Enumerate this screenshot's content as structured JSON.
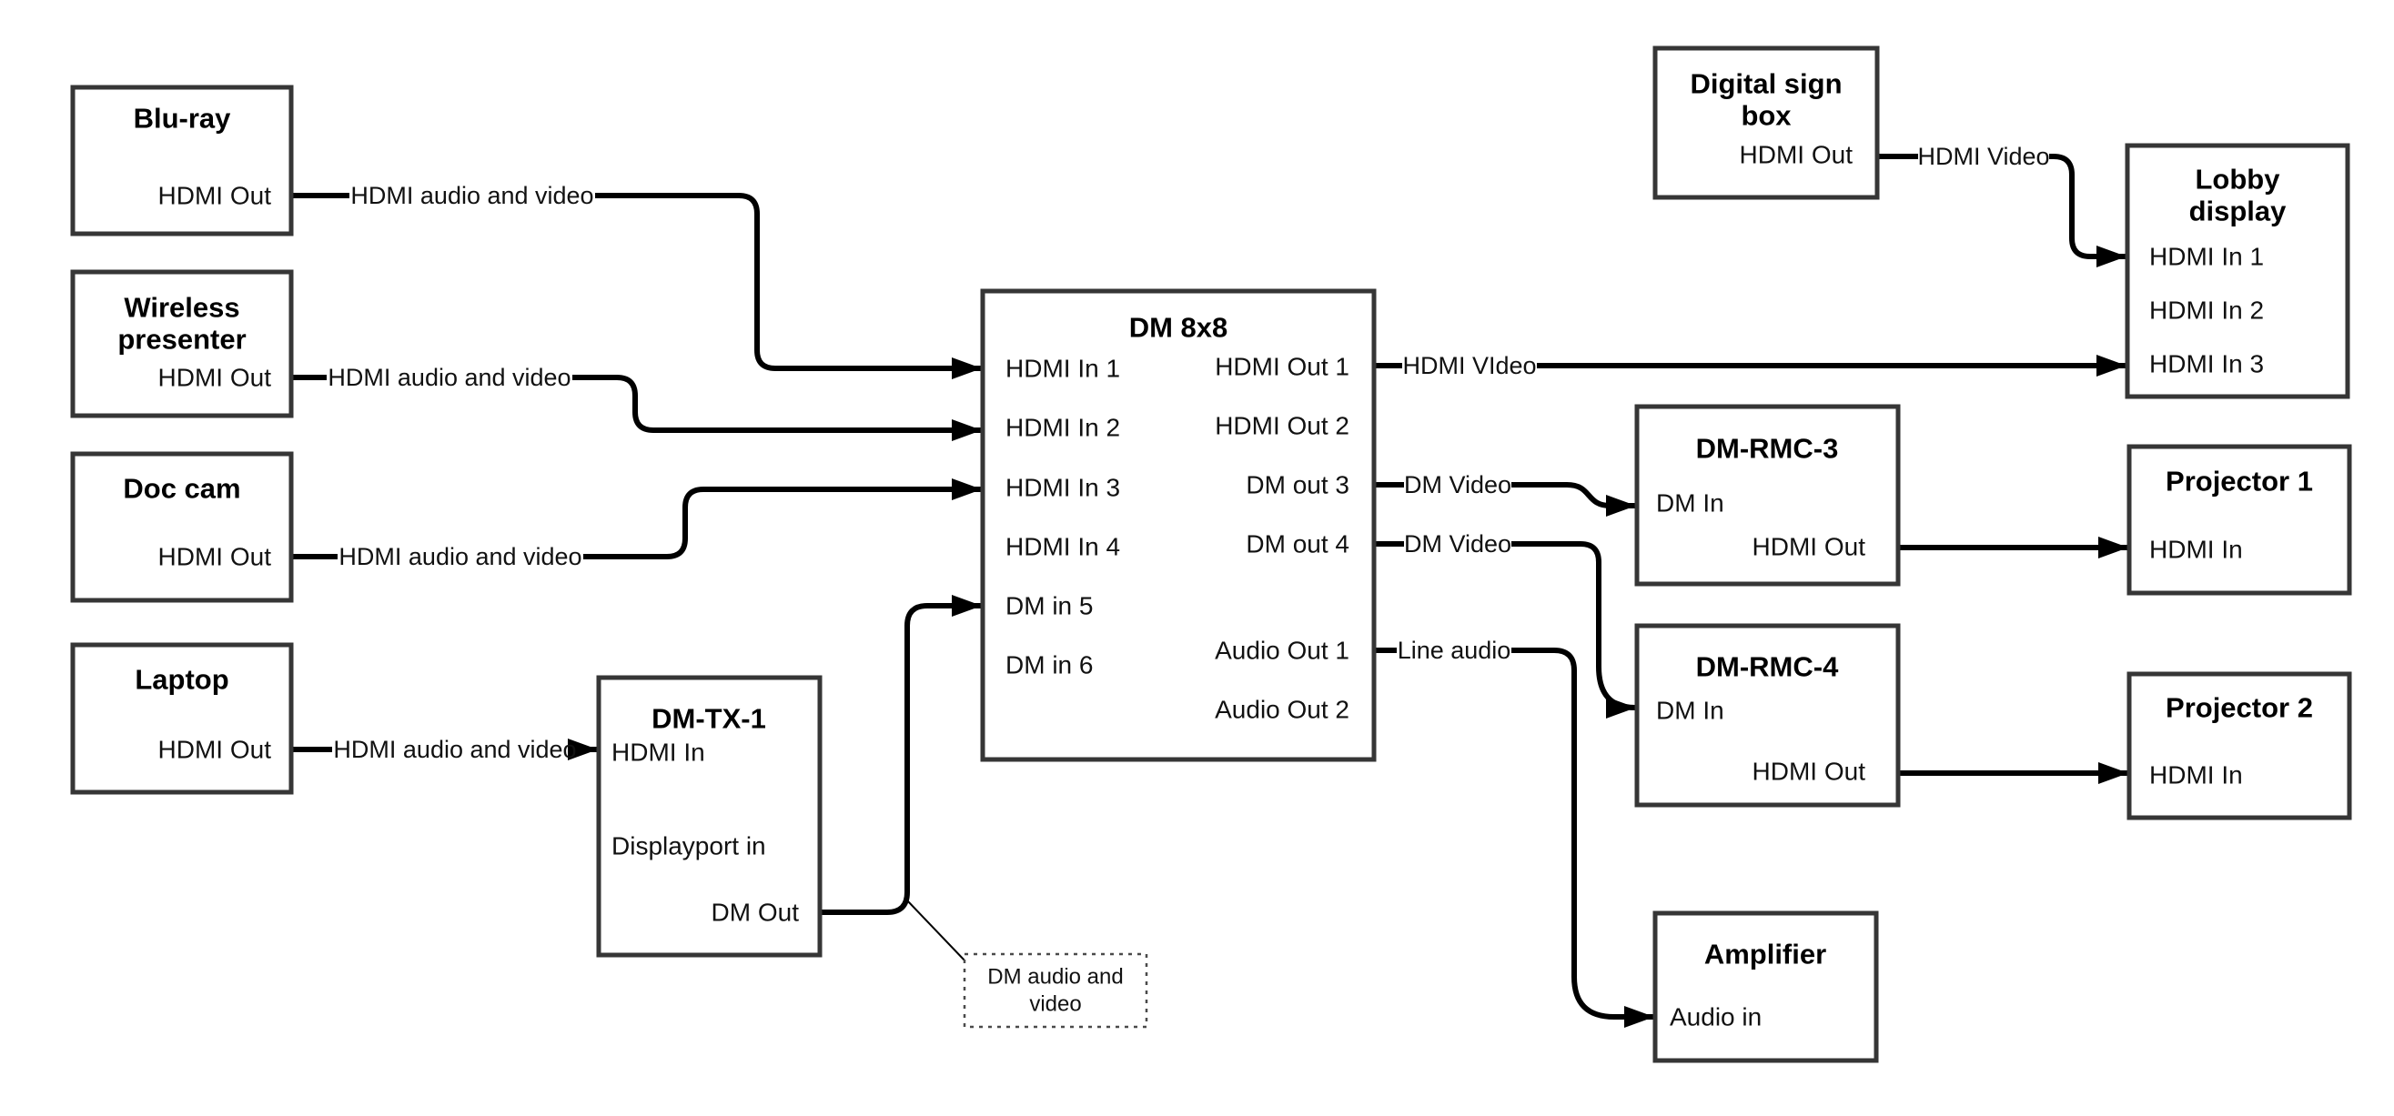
{
  "page": {
    "background": "#ffffff"
  },
  "diagram": {
    "colors": {
      "box_border": "#363636",
      "cable": "#000000",
      "text": "#000000"
    },
    "nodes": {
      "blu_ray": {
        "title": "Blu-ray",
        "port_hdmi_out": "HDMI Out"
      },
      "wireless_presenter": {
        "title_line1": "Wireless",
        "title_line2": "presenter",
        "port_hdmi_out": "HDMI Out"
      },
      "doc_cam": {
        "title": "Doc cam",
        "port_hdmi_out": "HDMI Out"
      },
      "laptop": {
        "title": "Laptop",
        "port_hdmi_out": "HDMI Out"
      },
      "dm_tx_1": {
        "title": "DM-TX-1",
        "port_hdmi_in": "HDMI In",
        "port_displayport_in": "Displayport in",
        "port_dm_out": "DM Out"
      },
      "dm_8x8": {
        "title": "DM 8x8",
        "port_hdmi_in_1": "HDMI In 1",
        "port_hdmi_in_2": "HDMI In 2",
        "port_hdmi_in_3": "HDMI In 3",
        "port_hdmi_in_4": "HDMI In 4",
        "port_dm_in_5": "DM in 5",
        "port_dm_in_6": "DM in 6",
        "port_hdmi_out_1": "HDMI Out 1",
        "port_hdmi_out_2": "HDMI Out 2",
        "port_dm_out_3": "DM out 3",
        "port_dm_out_4": "DM out 4",
        "port_audio_out_1": "Audio Out 1",
        "port_audio_out_2": "Audio Out 2"
      },
      "digital_sign_box": {
        "title_line1": "Digital sign",
        "title_line2": "box",
        "port_hdmi_out": "HDMI Out"
      },
      "lobby_display": {
        "title_line1": "Lobby",
        "title_line2": "display",
        "port_hdmi_in_1": "HDMI In 1",
        "port_hdmi_in_2": "HDMI In 2",
        "port_hdmi_in_3": "HDMI In 3"
      },
      "dm_rmc_3": {
        "title": "DM-RMC-3",
        "port_dm_in": "DM In",
        "port_hdmi_out": "HDMI Out"
      },
      "projector_1": {
        "title": "Projector 1",
        "port_hdmi_in": "HDMI In"
      },
      "dm_rmc_4": {
        "title": "DM-RMC-4",
        "port_dm_in": "DM In",
        "port_hdmi_out": "HDMI Out"
      },
      "projector_2": {
        "title": "Projector 2",
        "port_hdmi_in": "HDMI In"
      },
      "amplifier": {
        "title": "Amplifier",
        "port_audio_in": "Audio in"
      }
    },
    "cable_labels": {
      "bluray_hdmi_av": "HDMI audio and video",
      "wireless_hdmi_av": "HDMI audio and video",
      "doccam_hdmi_av": "HDMI audio and video",
      "laptop_hdmi_av": "HDMI audio and video",
      "hdmi_video_out1": "HDMI VIdeo",
      "digital_sign_hdmi_video": "HDMI Video",
      "dm_video_out3": "DM Video",
      "dm_video_out4": "DM Video",
      "line_audio": "Line audio"
    },
    "annotation": {
      "line1": "DM audio and",
      "line2": "video"
    }
  }
}
